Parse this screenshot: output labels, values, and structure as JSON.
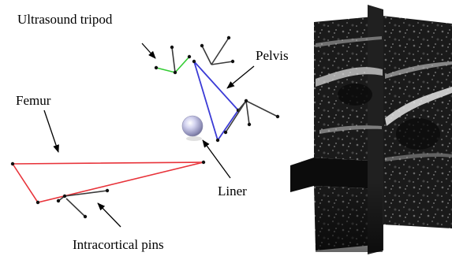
{
  "labels": {
    "ultrasound_tripod": "Ultrasound tripod",
    "pelvis": "Pelvis",
    "femur": "Femur",
    "liner": "Liner",
    "intracortical_pins": "Intracortical pins"
  },
  "colors": {
    "femur_triangle": "#e8333a",
    "pelvis_triangle": "#3b3bd6",
    "ultrasound_tripod": "#33cc33",
    "pins": "#3a3a3a",
    "liner_sphere": "#b8b8e6",
    "ultrasound_volume": "#111111"
  },
  "icons": {
    "liner": "liner-sphere-icon",
    "ultrasound_volume": "ultrasound-volume-image"
  }
}
